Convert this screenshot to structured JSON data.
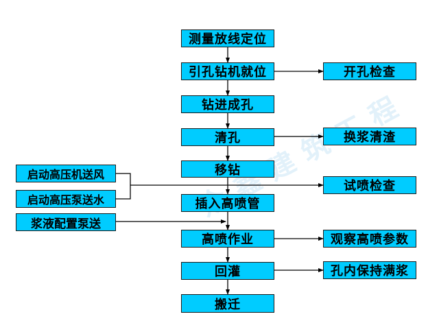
{
  "colors": {
    "box_fill": "#00ccff",
    "line": "#000000"
  },
  "watermark": {
    "text": "众鑫建筑工程"
  },
  "main_steps": [
    {
      "id": "s1",
      "label": "测量放线定位"
    },
    {
      "id": "s2",
      "label": "引孔钻机就位"
    },
    {
      "id": "s3",
      "label": "钻进成孔"
    },
    {
      "id": "s4",
      "label": "清孔"
    },
    {
      "id": "s5",
      "label": "移钻"
    },
    {
      "id": "s6",
      "label": "插入高喷管"
    },
    {
      "id": "s7",
      "label": "高喷作业"
    },
    {
      "id": "s8",
      "label": "回灌"
    },
    {
      "id": "s9",
      "label": "搬迁"
    }
  ],
  "right_steps": [
    {
      "id": "r1",
      "label": "开孔检查"
    },
    {
      "id": "r2",
      "label": "换浆清渣"
    },
    {
      "id": "r3",
      "label": "试喷检查"
    },
    {
      "id": "r4",
      "label": "观察高喷参数"
    },
    {
      "id": "r5",
      "label": "孔内保持满浆"
    }
  ],
  "left_steps": [
    {
      "id": "l1",
      "label": "启动高压机送风"
    },
    {
      "id": "l2",
      "label": "启动高压泵送水"
    },
    {
      "id": "l3",
      "label": "浆液配置泵送"
    }
  ]
}
